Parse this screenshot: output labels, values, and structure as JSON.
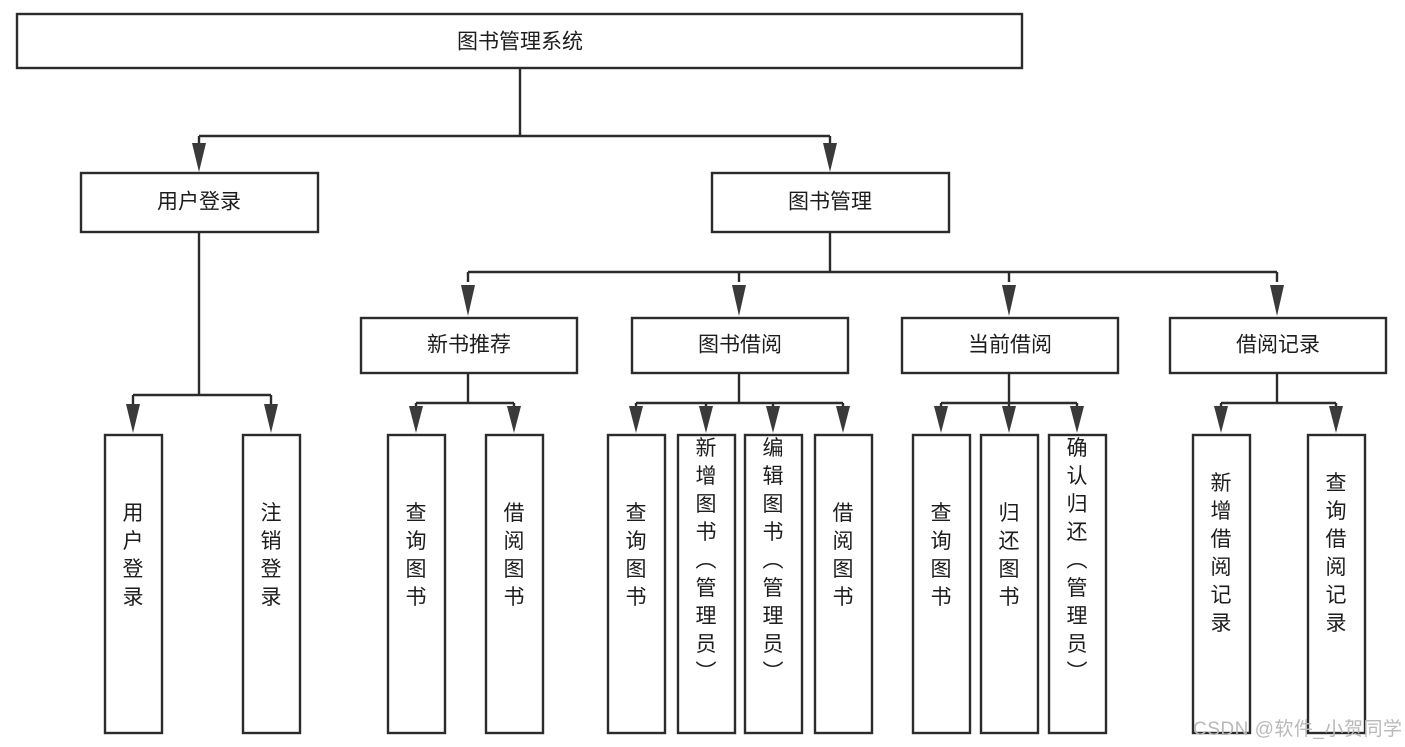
{
  "diagram": {
    "type": "tree",
    "title": "图书管理系统",
    "orientation": "top-down",
    "background_color": "#ffffff",
    "line_color": "#2b2b2b",
    "text_color": "#1d1d1d",
    "watermark": "CSDN @软件_小贺同学",
    "watermark_color": "#b9b9b9",
    "nodes": {
      "root": {
        "label": "图书管理系统",
        "level": 0
      },
      "l1": [
        {
          "id": "user-login",
          "label": "用户登录",
          "level": 1
        },
        {
          "id": "book-manage",
          "label": "图书管理",
          "level": 1
        }
      ],
      "l2": [
        {
          "id": "new-book-recommend",
          "label": "新书推荐",
          "parent": "book-manage",
          "level": 2
        },
        {
          "id": "book-borrow",
          "label": "图书借阅",
          "parent": "book-manage",
          "level": 2
        },
        {
          "id": "current-borrow",
          "label": "当前借阅",
          "parent": "book-manage",
          "level": 2
        },
        {
          "id": "borrow-record",
          "label": "借阅记录",
          "parent": "book-manage",
          "level": 2
        }
      ],
      "leaves": [
        {
          "id": "leaf-user-login",
          "label": "用户登录",
          "parent": "user-login",
          "level": 2
        },
        {
          "id": "leaf-logout",
          "label": "注销登录",
          "parent": "user-login",
          "level": 2
        },
        {
          "id": "leaf-query-book-1",
          "label": "查询图书",
          "parent": "new-book-recommend",
          "level": 3
        },
        {
          "id": "leaf-borrow-book-1",
          "label": "借阅图书",
          "parent": "new-book-recommend",
          "level": 3
        },
        {
          "id": "leaf-query-book-2",
          "label": "查询图书",
          "parent": "book-borrow",
          "level": 3
        },
        {
          "id": "leaf-add-book",
          "label": "新增图书（管理员）",
          "parent": "book-borrow",
          "level": 3
        },
        {
          "id": "leaf-edit-book",
          "label": "编辑图书（管理员）",
          "parent": "book-borrow",
          "level": 3
        },
        {
          "id": "leaf-borrow-book-2",
          "label": "借阅图书",
          "parent": "book-borrow",
          "level": 3
        },
        {
          "id": "leaf-query-book-3",
          "label": "查询图书",
          "parent": "current-borrow",
          "level": 3
        },
        {
          "id": "leaf-return-book",
          "label": "归还图书",
          "parent": "current-borrow",
          "level": 3
        },
        {
          "id": "leaf-confirm-return",
          "label": "确认归还（管理员）",
          "parent": "current-borrow",
          "level": 3
        },
        {
          "id": "leaf-add-record",
          "label": "新增借阅记录",
          "parent": "borrow-record",
          "level": 3
        },
        {
          "id": "leaf-query-record",
          "label": "查询借阅记录",
          "parent": "borrow-record",
          "level": 3
        }
      ]
    },
    "edges": [
      {
        "from": "图书管理系统",
        "to": "用户登录"
      },
      {
        "from": "图书管理系统",
        "to": "图书管理"
      },
      {
        "from": "用户登录",
        "to": "用户登录"
      },
      {
        "from": "用户登录",
        "to": "注销登录"
      },
      {
        "from": "图书管理",
        "to": "新书推荐"
      },
      {
        "from": "图书管理",
        "to": "图书借阅"
      },
      {
        "from": "图书管理",
        "to": "当前借阅"
      },
      {
        "from": "图书管理",
        "to": "借阅记录"
      },
      {
        "from": "新书推荐",
        "to": "查询图书"
      },
      {
        "from": "新书推荐",
        "to": "借阅图书"
      },
      {
        "from": "图书借阅",
        "to": "查询图书"
      },
      {
        "from": "图书借阅",
        "to": "新增图书（管理员）"
      },
      {
        "from": "图书借阅",
        "to": "编辑图书（管理员）"
      },
      {
        "from": "图书借阅",
        "to": "借阅图书"
      },
      {
        "from": "当前借阅",
        "to": "查询图书"
      },
      {
        "from": "当前借阅",
        "to": "归还图书"
      },
      {
        "from": "当前借阅",
        "to": "确认归还（管理员）"
      },
      {
        "from": "借阅记录",
        "to": "新增借阅记录"
      },
      {
        "from": "借阅记录",
        "to": "查询借阅记录"
      }
    ]
  }
}
